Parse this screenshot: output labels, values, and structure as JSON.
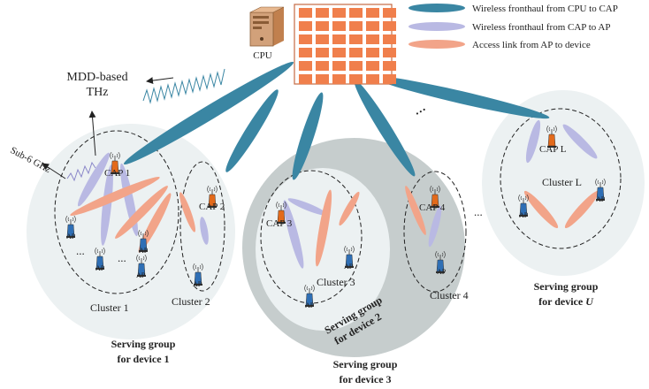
{
  "colors": {
    "cpu_cap_link": "#3a86a3",
    "cap_ap_link": "#b9b9e3",
    "ap_device_link": "#f2a489",
    "cap_body": "#e36a1b",
    "ap_body": "#2f6fb5",
    "group_fill": "#ecf1f2",
    "group3_fill": "#c6cdcd",
    "cpu_grid": "#f07f4c",
    "cpu_box": "#d2a17a"
  },
  "legend": {
    "items": [
      {
        "label": "Wireless fronthaul from CPU to CAP",
        "kind": "cpu_cap_link"
      },
      {
        "label": "Wireless fronthaul from CAP to AP",
        "kind": "cap_ap_link"
      },
      {
        "label": "Access link from AP to device",
        "kind": "ap_device_link"
      }
    ]
  },
  "cpu": {
    "label": "CPU",
    "icon": "server-tower-icon"
  },
  "annotations": {
    "mdd_line1": "MDD-based",
    "mdd_line2": "THz",
    "sub6": "Sub-6 GHz",
    "dots_top": "...",
    "dots_mid": "...",
    "dots_c1a": "...",
    "dots_c1b": "..."
  },
  "clusters": {
    "c1": {
      "label": "Cluster 1",
      "cap": "CAP 1",
      "ap": "AP"
    },
    "c2": {
      "label": "Cluster 2",
      "cap": "CAP 2",
      "ap": "AP"
    },
    "c3": {
      "label": "Cluster 3",
      "cap": "CAP 3",
      "ap": "AP"
    },
    "c4": {
      "label": "Cluster 4",
      "cap": "CAP 4",
      "ap": "AP"
    },
    "cL": {
      "label": "Cluster L",
      "cap": "CAP L",
      "ap": "AP"
    }
  },
  "groups": {
    "g1": {
      "line1": "Serving group",
      "line2": "for device 1"
    },
    "g2": {
      "line1": "Serving group",
      "line2": "for device 2"
    },
    "g3": {
      "line1": "Serving group",
      "line2": "for device 3"
    },
    "gU": {
      "line1": "Serving group",
      "line2": "for device ",
      "var": "U"
    }
  }
}
